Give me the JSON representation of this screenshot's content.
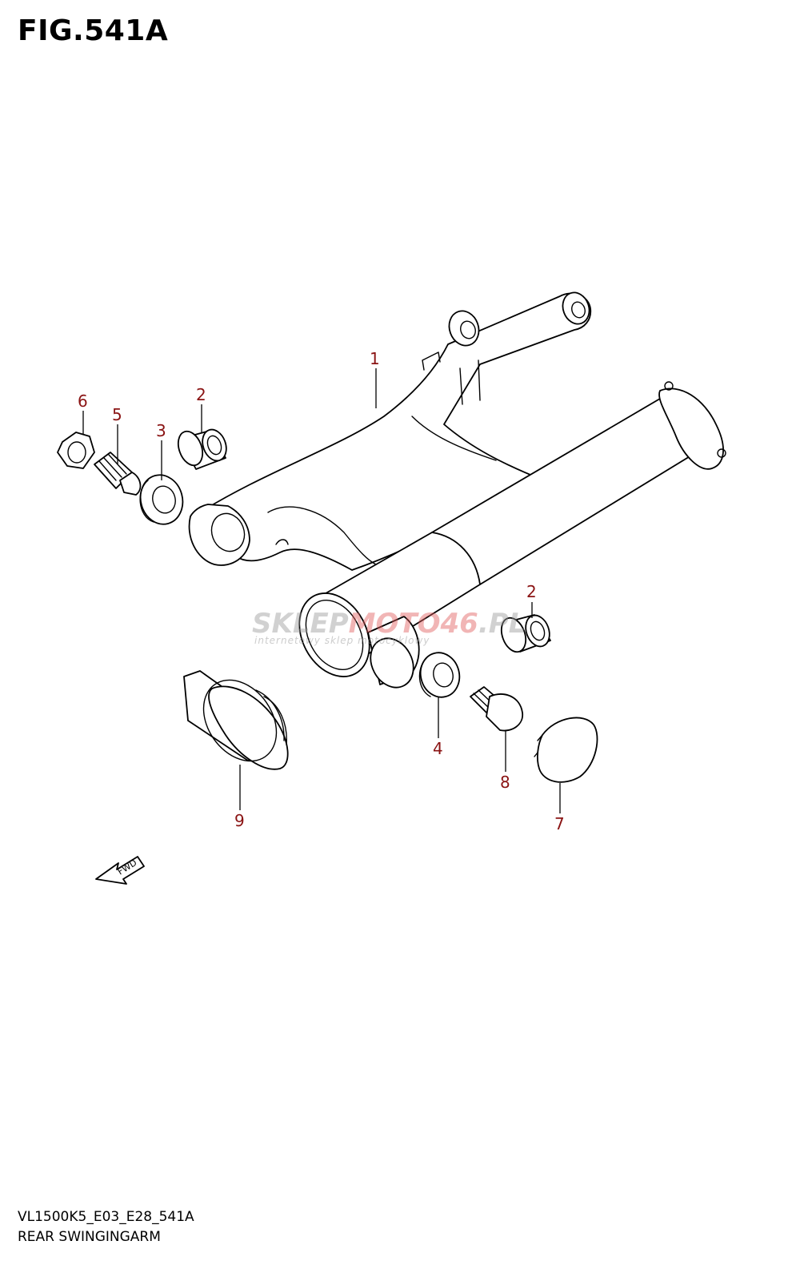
{
  "figure": {
    "title": "FIG.541A",
    "model_code": "VL1500K5_E03_E28_541A",
    "caption": "REAR SWINGINGARM"
  },
  "arrow_label": "FWD",
  "callouts": [
    {
      "id": "1",
      "label": "1"
    },
    {
      "id": "2a",
      "label": "2"
    },
    {
      "id": "2b",
      "label": "2"
    },
    {
      "id": "3",
      "label": "3"
    },
    {
      "id": "4",
      "label": "4"
    },
    {
      "id": "5",
      "label": "5"
    },
    {
      "id": "6",
      "label": "6"
    },
    {
      "id": "7",
      "label": "7"
    },
    {
      "id": "8",
      "label": "8"
    },
    {
      "id": "9",
      "label": "9"
    }
  ],
  "watermark": {
    "brand_part1": "SKLEP",
    "brand_part2": "MOTO",
    "brand_part3": "46",
    "brand_part4": ".PL",
    "tagline": "internetowy sklep motocyklowy",
    "colors": {
      "grey": "#9a9a9a",
      "red": "#e05a5a"
    }
  },
  "colors": {
    "callout": "#8a1313",
    "line": "#000000",
    "background": "#ffffff"
  }
}
